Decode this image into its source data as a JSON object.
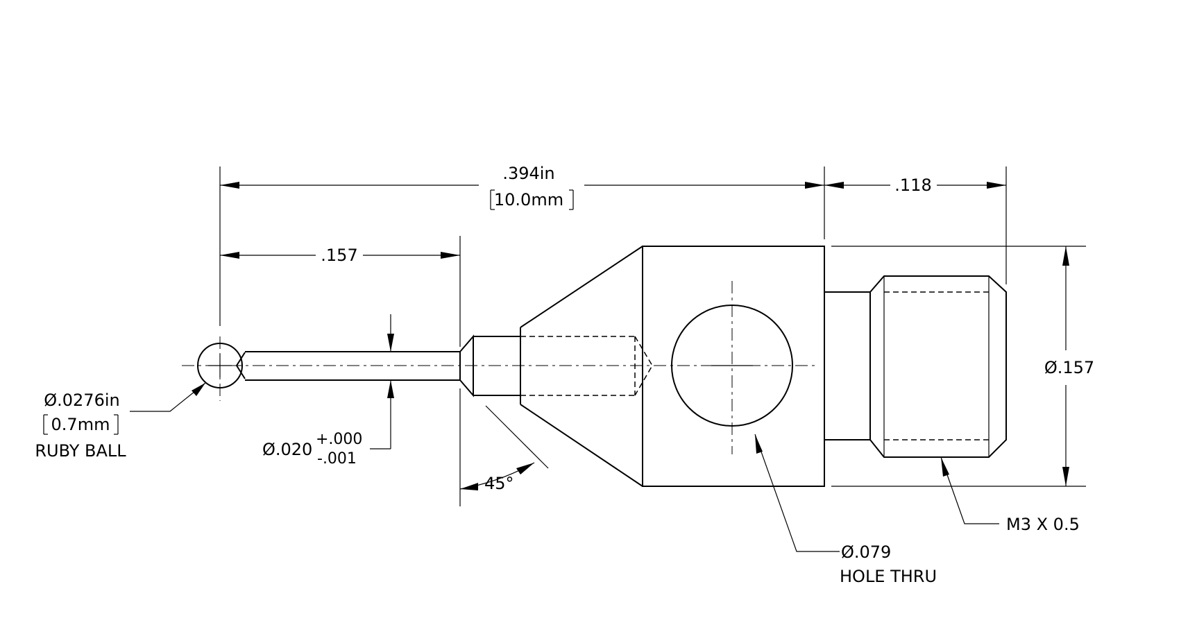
{
  "drawing": {
    "dimensions": {
      "overall_length_in": ".394in",
      "overall_length_mm": "10.0mm",
      "thread_length": ".118",
      "stem_length": ".157",
      "body_diameter": "Ø.157",
      "chamfer_angle": "45°"
    },
    "callouts": {
      "ball_diameter_in": "Ø.0276in",
      "ball_diameter_mm": "0.7mm",
      "ball_material": "RUBY BALL",
      "stem_diameter": "Ø.020",
      "stem_tol_plus": "+.000",
      "stem_tol_minus": "-.001",
      "hole_diameter": "Ø.079",
      "hole_note": "HOLE THRU",
      "thread_spec": "M3 X 0.5"
    }
  }
}
